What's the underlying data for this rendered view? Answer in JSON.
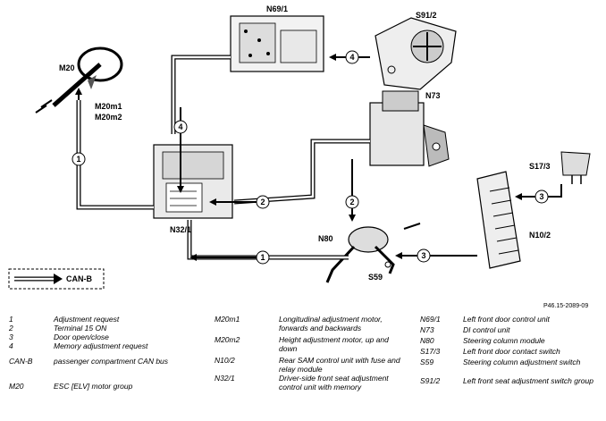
{
  "diagram": {
    "components": {
      "n69_1": "N69/1",
      "s91_2": "S91/2",
      "m20": "M20",
      "m20m1": "M20m1",
      "m20m2": "M20m2",
      "n73": "N73",
      "s17_3": "S17/3",
      "n10_2": "N10/2",
      "n32_1": "N32/1",
      "n80": "N80",
      "s59": "S59"
    },
    "signal_numbers": {
      "sig1_left": "1",
      "sig4_top": "4",
      "sig4_right": "4",
      "sig2_mid": "2",
      "sig2_down": "2",
      "sig3_right": "3",
      "sig3_low": "3",
      "sig1_low": "1"
    },
    "canb_label": "CAN-B",
    "reference": "P46.15-2089-09"
  },
  "legend": {
    "col1": [
      {
        "code": "1",
        "desc": "Adjustment request"
      },
      {
        "code": "2",
        "desc": "Terminal 15 ON"
      },
      {
        "code": "3",
        "desc": "Door open/close"
      },
      {
        "code": "4",
        "desc": "Memory adjustment request"
      },
      {
        "code": "CAN-B",
        "desc": "passenger compartment CAN bus"
      },
      {
        "code": "M20",
        "desc": "ESC [ELV] motor group"
      }
    ],
    "col2": [
      {
        "code": "M20m1",
        "desc": "Longitudinal adjustment motor, forwards and backwards"
      },
      {
        "code": "M20m2",
        "desc": "Height adjustment motor, up and down"
      },
      {
        "code": "N10/2",
        "desc": "Rear SAM control unit with fuse and relay module"
      },
      {
        "code": "N32/1",
        "desc": "Driver-side front seat adjustment control unit with memory"
      }
    ],
    "col3": [
      {
        "code": "N69/1",
        "desc": "Left front door control unit"
      },
      {
        "code": "N73",
        "desc": "DI control unit"
      },
      {
        "code": "N80",
        "desc": "Steering column module"
      },
      {
        "code": "S17/3",
        "desc": "Left front door contact switch"
      },
      {
        "code": "S59",
        "desc": "Steering column adjustment switch"
      },
      {
        "code": "S91/2",
        "desc": "Left front seat adjustment switch group"
      }
    ]
  }
}
